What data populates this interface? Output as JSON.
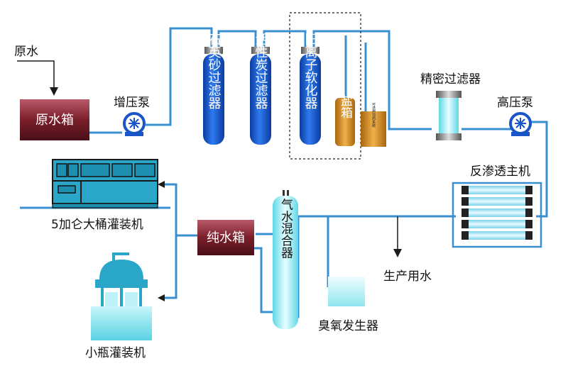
{
  "labels": {
    "raw_water": "原水",
    "raw_water_tank": "原水箱",
    "booster_pump": "增压泵",
    "quartz_sand_filter": "石英砂过滤器",
    "activated_carbon_filter": "活性炭过滤器",
    "cation_softener": "阳离子软化器",
    "salt_tank": "盐箱",
    "dosing_system": "可选用加药系统",
    "precision_filter": "精密过滤器",
    "high_pressure_pump": "高压泵",
    "ro_main_unit": "反渗透主机",
    "five_gallon_filler": "5加仑大桶灌装机",
    "pure_water_tank": "纯水箱",
    "gas_water_mixer": "气水混合器",
    "production_water": "生产用水",
    "ozone_generator": "臭氧发生器",
    "small_bottle_filler": "小瓶灌装机"
  },
  "colors": {
    "pipe": "#3a8fd0",
    "vessel_blue": "#1a55c8",
    "tank_maroon": "#7a1f2a",
    "salt_tank": "#d9901e",
    "water_cyan": "#7fe6f0",
    "machine_blue": "#2aa7c8"
  },
  "icons": {
    "pump": "pump-icon",
    "arrow": "arrow-icon"
  }
}
